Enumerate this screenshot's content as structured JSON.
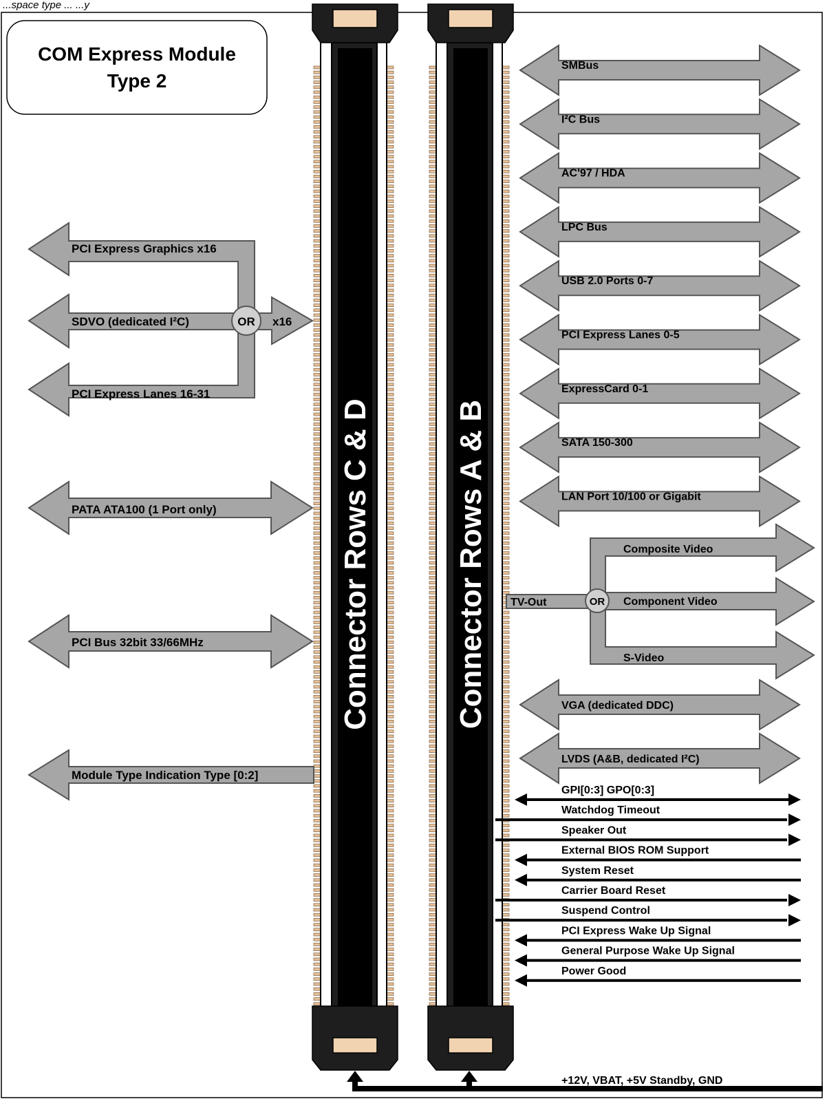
{
  "header": {
    "top_caption": "...space type  ...  ...y",
    "title_line1": "COM Express Module",
    "title_line2": "Type 2"
  },
  "connectors": {
    "cd_label": "Connector Rows C & D",
    "ab_label": "Connector Rows A & B"
  },
  "left": {
    "pci_graphics": "PCI Express Graphics x16",
    "sdvo": "SDVO (dedicated I²C)",
    "pcie_lanes_16_31": "PCI Express Lanes 16-31",
    "or": "OR",
    "x16": "x16",
    "pata": "PATA ATA100 (1 Port only)",
    "pci_bus": "PCI Bus 32bit 33/66MHz",
    "module_type": "Module Type Indication Type [0:2]"
  },
  "right": {
    "buses": [
      "SMBus",
      "I²C Bus",
      "AC'97 / HDA",
      "LPC Bus",
      "USB 2.0 Ports 0-7",
      "PCI Express Lanes 0-5",
      "ExpressCard 0-1",
      "SATA 150-300",
      "LAN Port  10/100 or Gigabit"
    ],
    "tv_out": "TV-Out",
    "or": "OR",
    "video": [
      "Composite Video",
      "Component Video",
      "S-Video"
    ],
    "vga": "VGA (dedicated DDC)",
    "lvds": "LVDS (A&B, dedicated I²C)",
    "signals": [
      "GPI[0:3] GPO[0:3]",
      "Watchdog Timeout",
      "Speaker Out",
      "External BIOS ROM Support",
      "System Reset",
      "Carrier Board Reset",
      "Suspend Control",
      "PCI Express Wake Up Signal",
      "General Purpose Wake Up Signal",
      "Power Good"
    ],
    "power": "+12V, VBAT, +5V Standby, GND"
  },
  "colors": {
    "arrow_fill": "#a6a6a6",
    "arrow_edge": "#555555",
    "connector_body": "#1e1e1e",
    "pin": "#e4c19b"
  }
}
